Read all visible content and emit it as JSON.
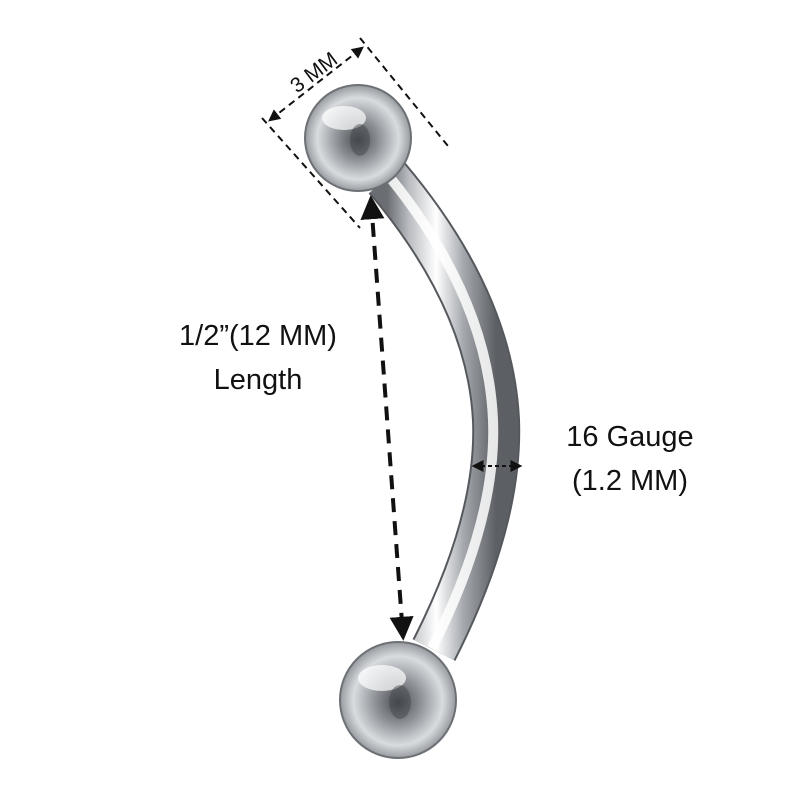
{
  "labels": {
    "ball_diameter": "3 MM",
    "length_value": "1/2”(12 MM)",
    "length_word": "Length",
    "gauge_value": "16 Gauge",
    "gauge_mm": "(1.2 MM)"
  },
  "colors": {
    "metal_dark": "#5e6166",
    "metal_mid": "#a9adb2",
    "metal_light": "#f6f7f8",
    "annotation": "#111111",
    "background": "#ffffff"
  },
  "icons": {
    "dimension_arrow": "double-headed-arrow-icon"
  }
}
